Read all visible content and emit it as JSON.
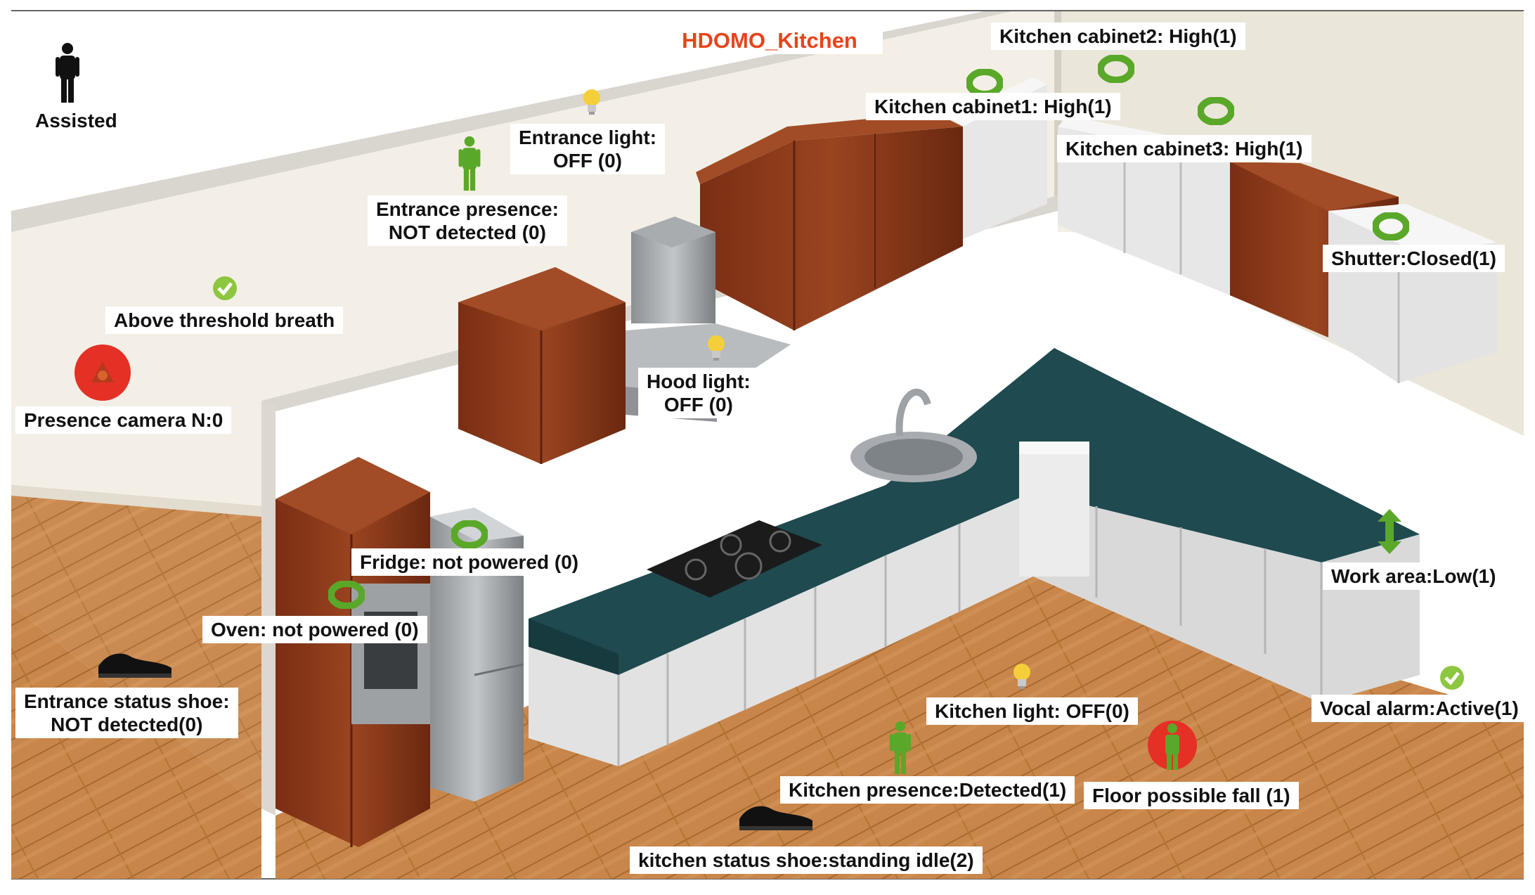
{
  "title": "HDOMO_Kitchen",
  "colors": {
    "title": "#e8431b",
    "wall": "#f3efe6",
    "floor": "#c8864a",
    "cabinet_wood": "#8a3a1c",
    "cabinet_white": "#e7e7e7",
    "countertop": "#1f4a4f",
    "sensor_green": "#5aa829",
    "alarm_red": "#e53026",
    "bulb_yellow": "#f5cf3a"
  },
  "labels": {
    "assisted": "Assisted",
    "entrance_light": [
      "Entrance light:",
      "OFF (0)"
    ],
    "entrance_presence": [
      "Entrance presence:",
      "NOT detected (0)"
    ],
    "above_threshold": "Above threshold breath",
    "presence_camera": "Presence camera N:0",
    "hood_light": [
      "Hood light:",
      "OFF (0)"
    ],
    "cabinet1": "Kitchen cabinet1: High(1)",
    "cabinet2": "Kitchen cabinet2: High(1)",
    "cabinet3": "Kitchen cabinet3: High(1)",
    "shutter": "Shutter:Closed(1)",
    "fridge": "Fridge: not powered (0)",
    "oven": "Oven: not powered (0)",
    "entrance_shoe": [
      "Entrance status shoe:",
      "NOT detected(0)"
    ],
    "work_area": "Work area:Low(1)",
    "vocal_alarm": "Vocal alarm:Active(1)",
    "kitchen_light": "Kitchen light: OFF(0)",
    "kitchen_presence": "Kitchen presence:Detected(1)",
    "floor_fall": "Floor possible fall (1)",
    "kitchen_shoe": "kitchen status shoe:standing idle(2)"
  },
  "icons": {
    "assisted": "person-icon",
    "entrance_presence": "person-icon",
    "kitchen_presence": "person-icon",
    "fall": "person-alarm-icon",
    "bulbs": "light-bulb-icon",
    "rings": "ring-sensor-icon",
    "checks": "check-icon",
    "camera": "camera-alarm-icon",
    "shoes": "shoe-icon",
    "work_area": "up-down-arrow-icon"
  }
}
